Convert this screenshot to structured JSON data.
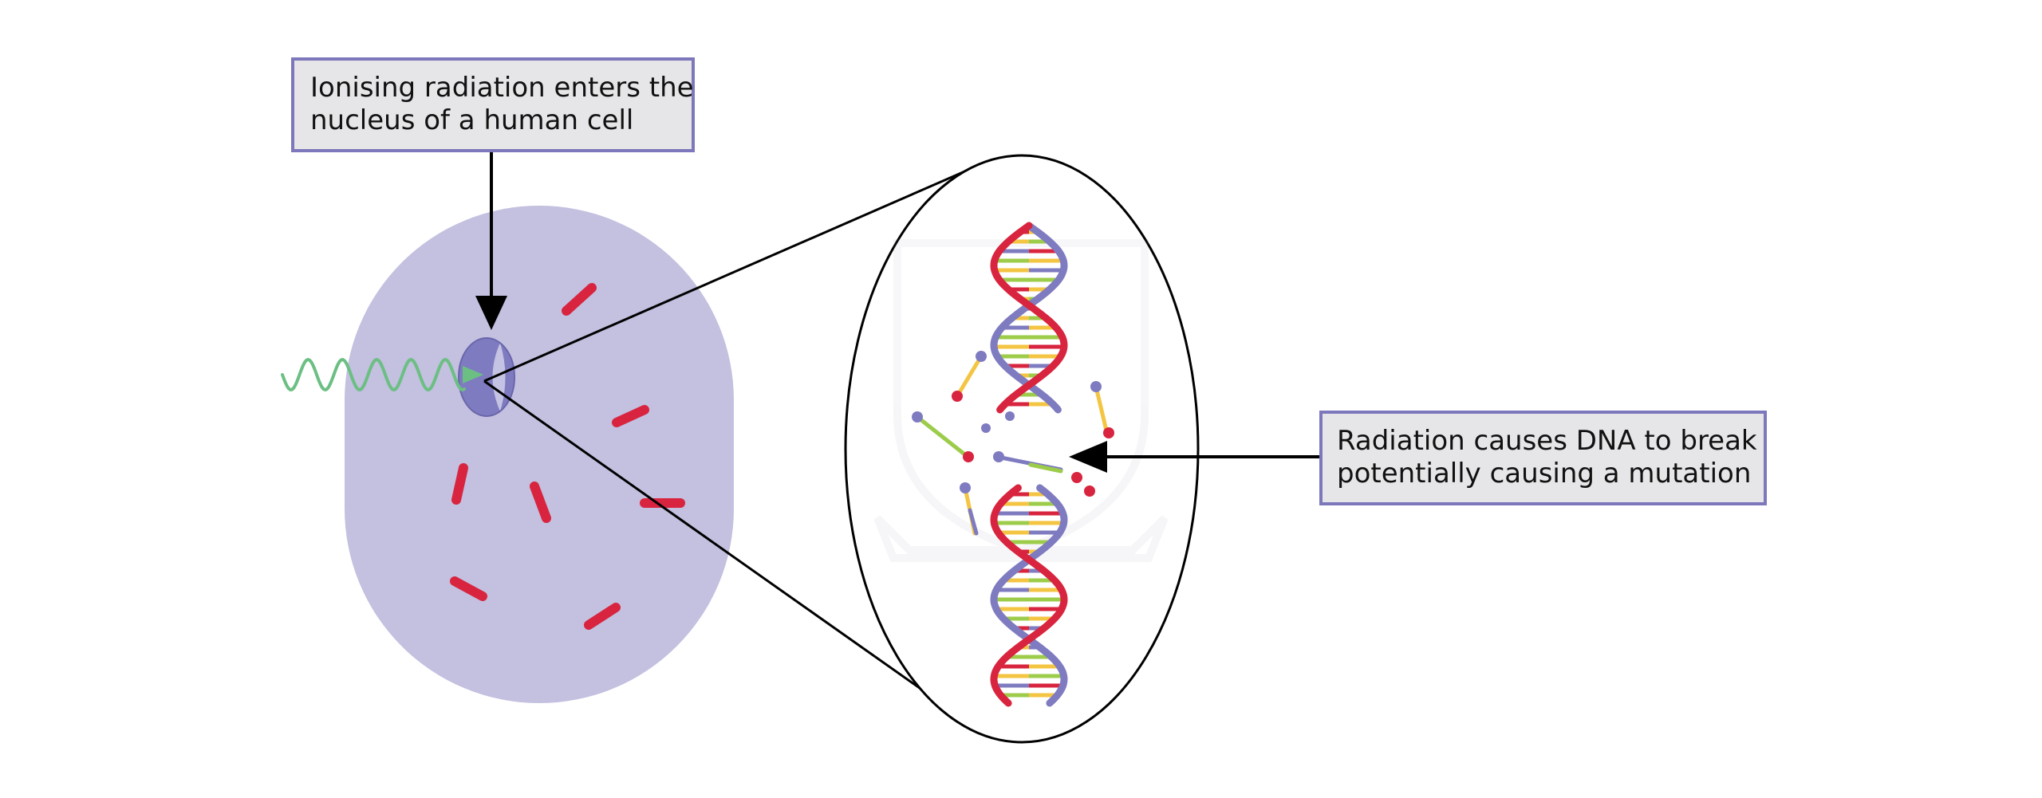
{
  "labels": {
    "top": {
      "line1": "Ionising radiation enters the",
      "line2": "nucleus of a human cell"
    },
    "right": {
      "line1": "Radiation causes DNA to break",
      "line2": "potentially causing a mutation"
    }
  },
  "colors": {
    "cell": "#c3c0e0",
    "nucleus": "#7f7bc0",
    "organelle": "#d8243e",
    "radiation_wave": "#6cbf83",
    "dna_strand_blue": "#7f7bc0",
    "dna_strand_red": "#d8243e",
    "base_yellow": "#f4c542",
    "base_green": "#9ccc4a",
    "label_fill": "#e6e6e8",
    "label_border": "#7d78bb"
  },
  "icons": [
    "radiation-wave-icon",
    "dna-helix-icon",
    "cell-nucleus-icon"
  ]
}
